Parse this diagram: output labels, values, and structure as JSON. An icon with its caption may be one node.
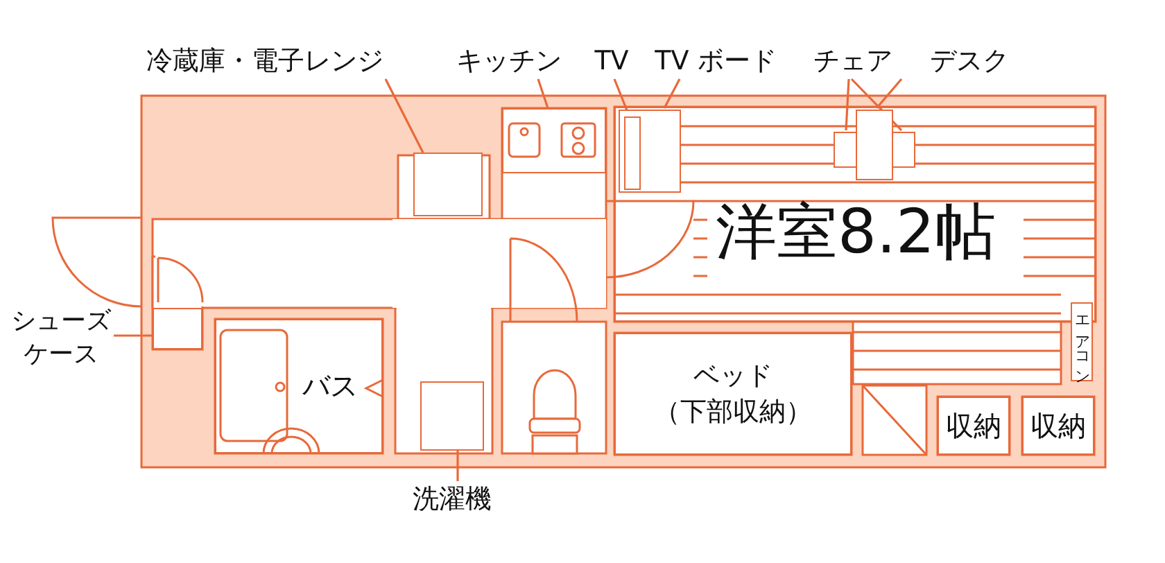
{
  "diagram": {
    "nodes": [
      {
        "text": [
          "冷蔵庫・電子レンジ"
        ]
      },
      {
        "text": [
          "キッチン"
        ]
      },
      {
        "text": [
          "TV"
        ]
      },
      {
        "text": [
          "TV ボード"
        ]
      },
      {
        "text": [
          "チェア"
        ]
      },
      {
        "text": [
          "デスク"
        ]
      },
      {
        "text": [
          "洋室8.2帖"
        ]
      },
      {
        "text": [],
        "shape": "box",
        "in": 6
      },
      {
        "text": [],
        "shape": "box",
        "in": 7
      },
      {
        "text": [],
        "shape": "box",
        "in": 6
      },
      {
        "text": [],
        "shape": "box",
        "in": 6
      },
      {
        "text": [],
        "shape": "box",
        "in": 6
      },
      {
        "text": [
          "エアコン"
        ]
      },
      {
        "text": [],
        "shape": "box"
      },
      {
        "text": [],
        "shape": "box"
      },
      {
        "text": [
          "シューズケース"
        ]
      },
      {
        "text": [],
        "shape": "box"
      },
      {
        "text": [
          "バス"
        ]
      },
      {
        "text": [
          "ベッド",
          "（下部収納）"
        ]
      },
      {
        "text": [
          "収納"
        ]
      },
      {
        "text": [
          "収納"
        ]
      },
      {
        "text": [
          "洗濯機"
        ]
      },
      {
        "text": [],
        "shape": "box"
      }
    ],
    "edges": [
      {
        "from": 0,
        "to": 13,
        "arrow": "none"
      },
      {
        "from": 1,
        "to": 14,
        "arrow": "none"
      },
      {
        "from": 2,
        "to": 8,
        "arrow": "none"
      },
      {
        "from": 3,
        "to": 7,
        "arrow": "none"
      },
      {
        "from": 4,
        "to": 9,
        "arrow": "none"
      },
      {
        "from": 4,
        "to": 11,
        "arrow": "none"
      },
      {
        "from": 5,
        "to": 10,
        "arrow": "none"
      },
      {
        "from": 15,
        "to": 16,
        "arrow": "none"
      },
      {
        "from": 21,
        "to": 22,
        "arrow": "none"
      }
    ]
  }
}
